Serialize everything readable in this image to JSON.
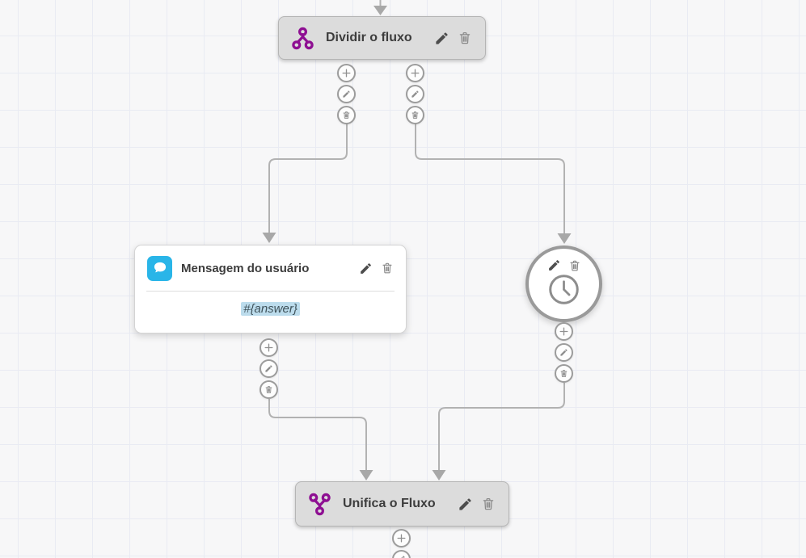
{
  "canvas": {
    "background": "#f7f7f8",
    "grid_color": "#e9ebf3",
    "wire_color": "#b2b2b2",
    "arrow_color": "#a8a8a8"
  },
  "colors": {
    "accent_purple": "#8e0f92",
    "accent_blue": "#29b5e8",
    "variable_highlight": "#bcdcec",
    "node_gray_fill": "#dcdcdc",
    "node_gray_border": "#b5b5b5"
  },
  "nodes": {
    "split": {
      "title": "Dividir o fluxo",
      "icon": "split-flow-icon"
    },
    "user_message": {
      "title": "Mensagem do usuário",
      "body_variable": "#{answer}",
      "icon": "chat-bubble-icon"
    },
    "wait": {
      "icon": "clock-icon"
    },
    "merge": {
      "title": "Unifica o Fluxo",
      "icon": "merge-flow-icon"
    }
  },
  "node_actions": {
    "edit_icon": "pencil-icon",
    "delete_icon": "trash-icon"
  },
  "port_actions": {
    "add_icon": "plus-icon",
    "edit_icon": "pencil-icon",
    "delete_icon": "trash-icon"
  }
}
